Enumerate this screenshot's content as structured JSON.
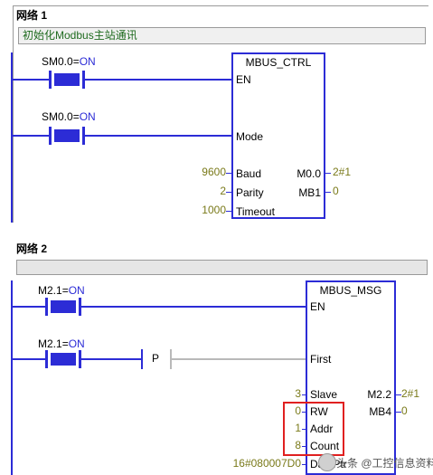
{
  "network1": {
    "title": "网络 1",
    "comment": "初始化Modbus主站通讯",
    "contact1": {
      "operand": "SM0.0",
      "state": "ON"
    },
    "contact2": {
      "operand": "SM0.0",
      "state": "ON"
    },
    "block": {
      "name": "MBUS_CTRL",
      "en": "EN",
      "mode": "Mode",
      "baud": "Baud",
      "parity": "Parity",
      "timeout": "Timeout",
      "baud_value": "9600",
      "parity_value": "2",
      "timeout_value": "1000",
      "out1": "M0.0",
      "out1_value": "2#1",
      "out2": "MB1",
      "out2_value": "0"
    }
  },
  "network2": {
    "title": "网络 2",
    "comment": "",
    "contact1": {
      "operand": "M2.1",
      "state": "ON"
    },
    "contact2": {
      "operand": "M2.1",
      "state": "ON"
    },
    "pulse_label": "P",
    "block": {
      "name": "MBUS_MSG",
      "en": "EN",
      "first": "First",
      "slave": "Slave",
      "rw": "RW",
      "addr": "Addr",
      "count": "Count",
      "dataptr": "DataPtr",
      "slave_value": "3",
      "rw_value": "0",
      "addr_value": "1",
      "count_value": "8",
      "dataptr_value": "16#080007D0",
      "out1": "M2.2",
      "out1_value": "2#1",
      "out2": "MB4",
      "out2_value": "0"
    }
  },
  "watermark": {
    "text": "头条 @工控信息资料"
  },
  "colors": {
    "wire": "#2c2cd6",
    "comment_text": "#1f6b1f",
    "value_text": "#7a7a1a",
    "highlight": "#e02020"
  }
}
